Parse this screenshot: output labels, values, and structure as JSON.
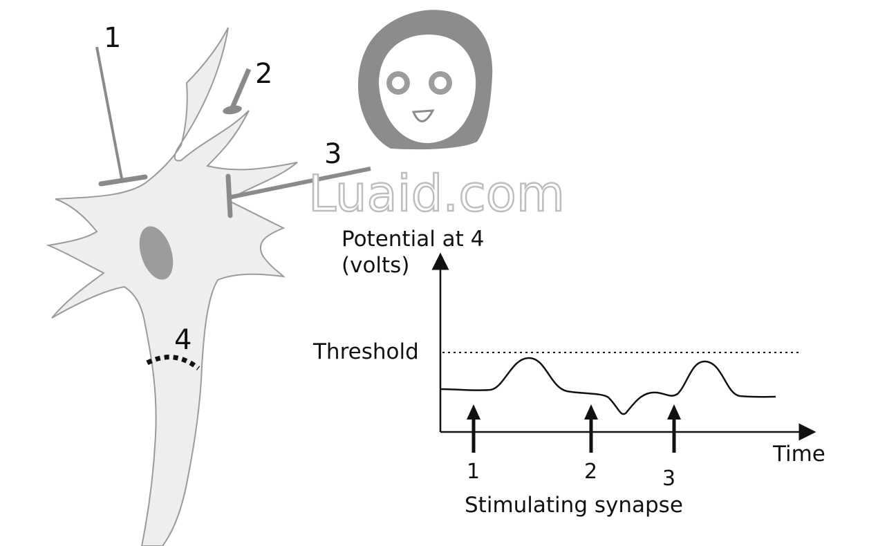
{
  "diagram": {
    "synapse_labels": [
      "1",
      "2",
      "3"
    ],
    "site_label": "4",
    "y_axis_label_line1": "Potential at 4",
    "y_axis_label_line2": "(volts)",
    "threshold_label": "Threshold",
    "x_axis_label": "Time",
    "stimulus_labels": [
      "1",
      "2",
      "3"
    ],
    "stimulus_caption": "Stimulating synapse"
  },
  "watermark": {
    "text": "Luaid.com"
  },
  "colors": {
    "neuron_fill": "#eeeeee",
    "neuron_outline": "#909090",
    "terminal": "#8a8a8a",
    "nucleus": "#9a9a9a",
    "ink": "#111111",
    "watermark_gray": "#8c8c8c"
  }
}
